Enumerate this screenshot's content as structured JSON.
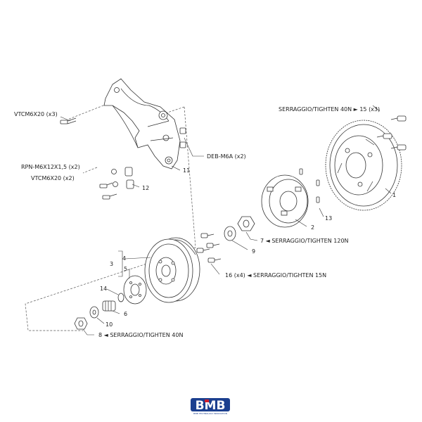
{
  "labels": {
    "vtcm_top": "VTCM6X20 (x3)",
    "rpn": "RPN-M6X12X1,5 (x2)",
    "vtcm_mid": "VTCM6X20 (x2)",
    "deb": "DEB-M6A (x2)",
    "serr15": "SERRAGGIO/TIGHTEN 40N ► 15 (x3)",
    "p1": "1",
    "p2": "2",
    "p3": "3",
    "p4": "4",
    "p5": "5",
    "p6": "6",
    "p7": "7 ◄ SERRAGGIO/TIGHTEN 120N",
    "p8": "8 ◄ SERRAGGIO/TIGHTEN 40N",
    "p9": "9",
    "p10": "10",
    "p11": "11",
    "p12": "12",
    "p13": "13",
    "p14": "14",
    "p16": "16 (x4) ◄ SERRAGGIO/TIGHTEN 15N"
  },
  "logo": {
    "text": "BMB",
    "tagline": "BMB TECHNOLOGY INNOVATION"
  },
  "colors": {
    "logo_blue": "#1b3f8f",
    "logo_red": "#d2202f",
    "line": "#333333"
  }
}
